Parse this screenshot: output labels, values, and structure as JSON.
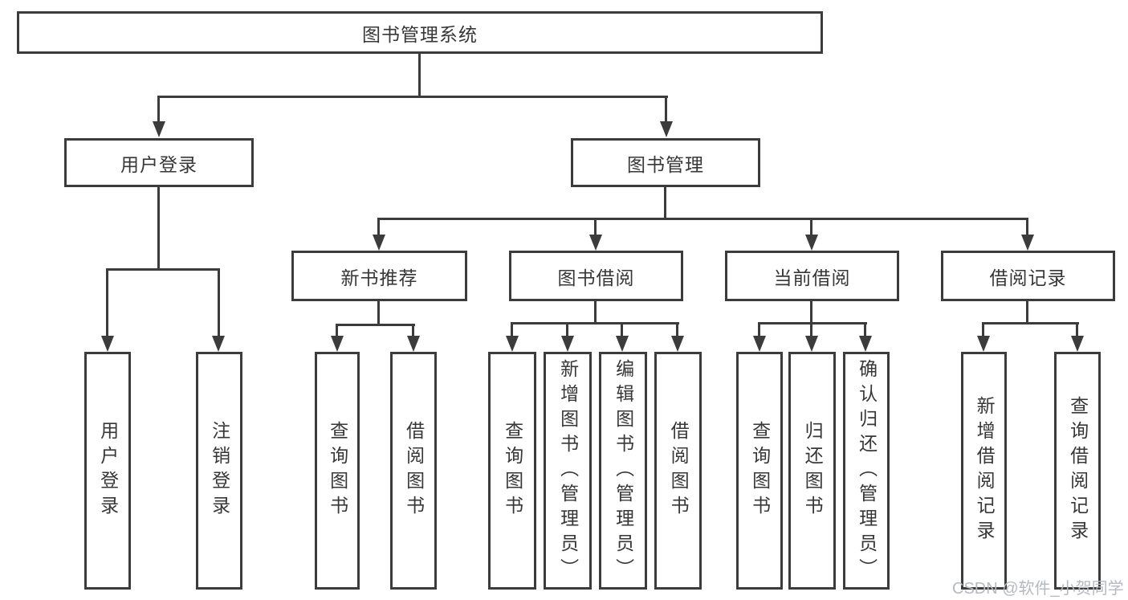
{
  "diagram_type": "hierarchy-tree",
  "watermark": "CSDN @软件_小贺同学",
  "colors": {
    "background": "#ffffff",
    "box_border": "#3c3c3c",
    "connector_line": "#3c3c3c",
    "label_text": "#373737",
    "watermark_text": "#b5b9c0"
  },
  "tree": {
    "root": "图书管理系统",
    "branches": [
      {
        "label": "用户登录",
        "children": [
          {
            "label": "用户登录"
          },
          {
            "label": "注销登录"
          }
        ]
      },
      {
        "label": "图书管理",
        "children": [
          {
            "label": "新书推荐",
            "children": [
              {
                "label": "查询图书"
              },
              {
                "label": "借阅图书"
              }
            ]
          },
          {
            "label": "图书借阅",
            "children": [
              {
                "label": "查询图书"
              },
              {
                "label": "新增图书（管理员）"
              },
              {
                "label": "编辑图书（管理员）"
              },
              {
                "label": "借阅图书"
              }
            ]
          },
          {
            "label": "当前借阅",
            "children": [
              {
                "label": "查询图书"
              },
              {
                "label": "归还图书"
              },
              {
                "label": "确认归还（管理员）"
              }
            ]
          },
          {
            "label": "借阅记录",
            "children": [
              {
                "label": "新增借阅记录"
              },
              {
                "label": "查询借阅记录"
              }
            ]
          }
        ]
      }
    ]
  }
}
